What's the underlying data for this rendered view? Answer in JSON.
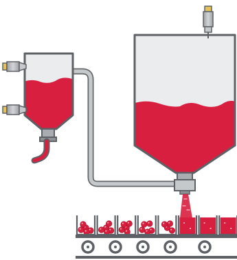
{
  "colors": {
    "product": "#d81f3f",
    "product_dark": "#b0162f",
    "vessel_fill": "#eaecee",
    "vessel_outline": "#5d6166",
    "pipe": "#b8bbbf",
    "pipe_outline": "#63676b",
    "sensor_body": "#a9acb0",
    "sensor_cap": "#e4c25a",
    "conveyor": "#5d6166",
    "background": "#ffffff"
  },
  "diagram": {
    "small_vessel_level": 0.62,
    "large_vessel_level": 0.6,
    "container_count": 8,
    "filled_containers": 3,
    "partially_filled_containers": 5,
    "conveyor_wheels": 5,
    "side_sensors": 2,
    "top_sensors": 1
  },
  "icons": {
    "small_vessel": "small-tank-icon",
    "large_vessel": "silo-icon",
    "level_sensor": "level-sensor-icon",
    "conveyor": "conveyor-belt-icon"
  }
}
